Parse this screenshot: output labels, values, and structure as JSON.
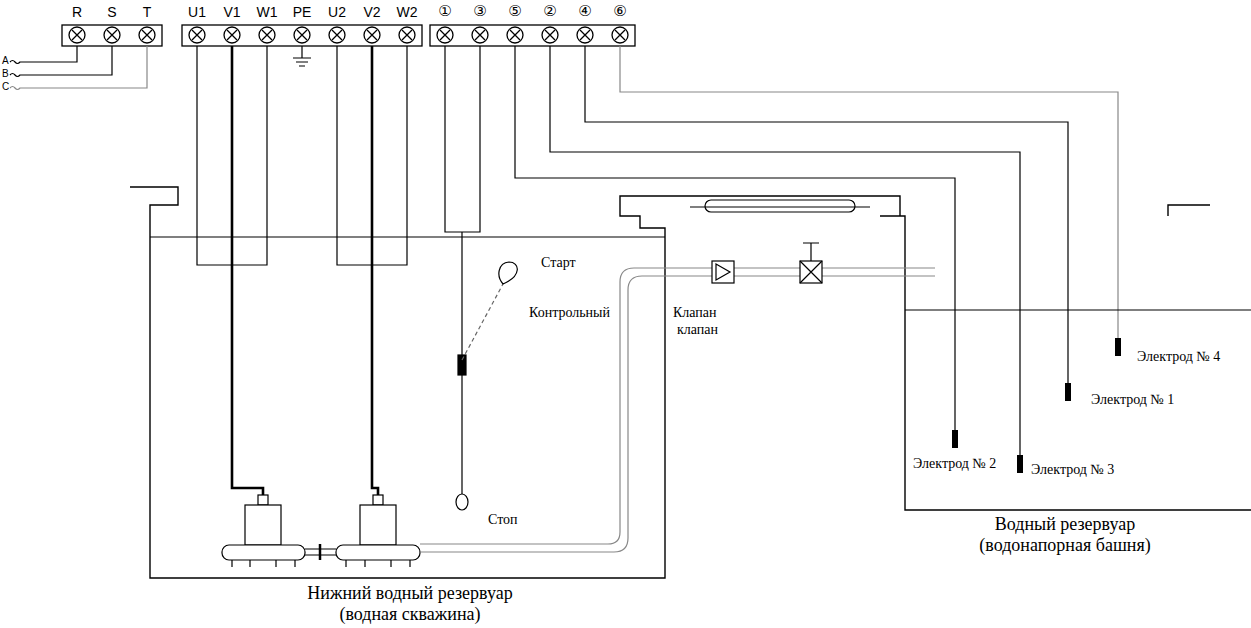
{
  "diagram": {
    "nodes": [
      {
        "text": [
          "Нижний водный резервуар (водная скважина)"
        ]
      },
      {
        "text": [
          "Водный резервуар (водонапорная башня)"
        ]
      }
    ],
    "labels": [
      "A",
      "B",
      "C",
      "R",
      "S",
      "T",
      "U1",
      "V1",
      "W1",
      "PE",
      "U2",
      "V2",
      "W2",
      "①",
      "③",
      "⑤",
      "②",
      "④",
      "⑥",
      "Старт",
      "Контрольный",
      "Клапан",
      "клапан",
      "Стоп",
      "Электрод № 4",
      "Электрод № 1",
      "Электрод № 2",
      "Электрод № 3"
    ]
  }
}
